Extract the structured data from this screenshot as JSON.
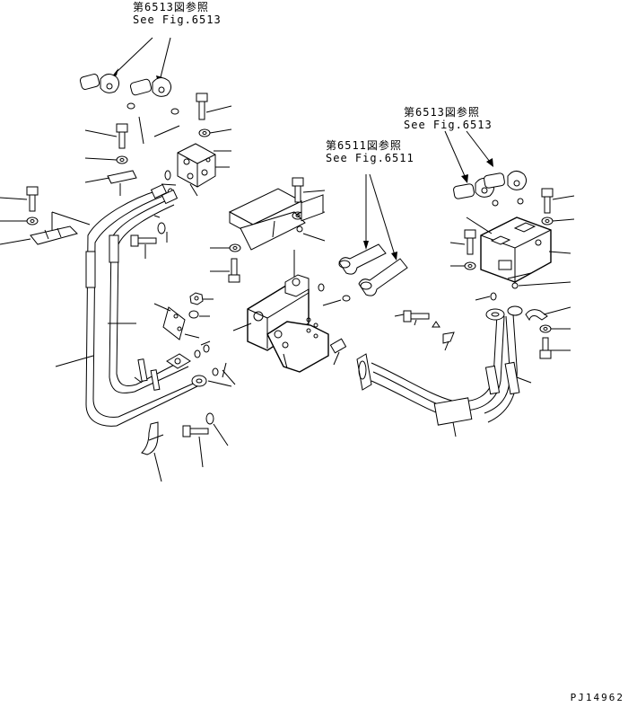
{
  "references": [
    {
      "id": "ref-6513-top",
      "line1": "第6513図参照",
      "line2": "See Fig.6513"
    },
    {
      "id": "ref-6513-right",
      "line1": "第6513図参照",
      "line2": "See Fig.6513"
    },
    {
      "id": "ref-6511",
      "line1": "第6511図参照",
      "line2": "See Fig.6511"
    }
  ],
  "drawing_id": "PJ14962"
}
